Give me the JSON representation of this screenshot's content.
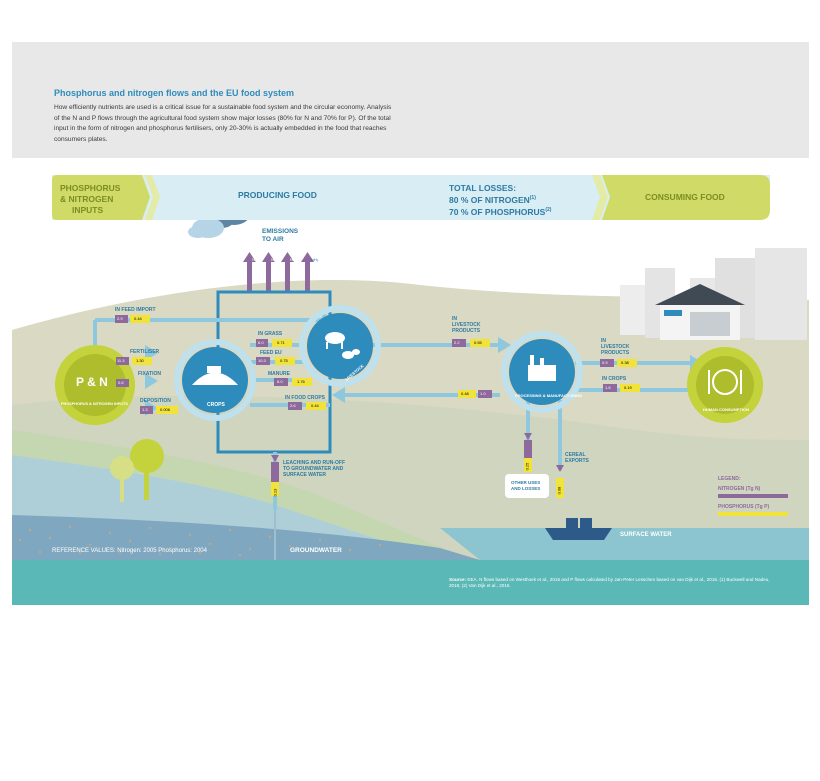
{
  "header": {
    "title": "Phosphorus and nitrogen flows and the EU food system",
    "paragraph": "How efficiently nutrients are used is a critical issue for a sustainable food system and the circular economy. Analysis of the N and P flows through the agricultural food system show major losses (80% for N and 70% for P). Of the total input in the form of nitrogen and phosphorus fertilisers, only 20-30% is actually embedded in the food that reaches consumers plates."
  },
  "band": {
    "inputs_line1": "PHOSPHORUS",
    "inputs_line2": "& NITROGEN",
    "inputs_line3": "INPUTS",
    "producing": "PRODUCING FOOD",
    "losses_title": "TOTAL LOSSES:",
    "losses_n": "80 % OF NITROGEN",
    "losses_n_sup": "(1)",
    "losses_p": "70 % OF PHOSPHORUS",
    "losses_p_sup": "(2)",
    "consuming": "CONSUMING FOOD"
  },
  "emissions": {
    "line1": "EMISSIONS",
    "line2": "TO AIR",
    "gases": [
      "N₂",
      "N₂O",
      "NOₓ",
      "NH₃"
    ]
  },
  "nodes": {
    "pn": "P & N",
    "pn_ring": "PHOSPHORUS & NITROGEN INPUTS",
    "crops": "CROPS",
    "livestock": "LIVESTOCK",
    "processing": "PROCESSING & MANUFACTURING",
    "human": "HUMAN CONSUMPTION"
  },
  "flows": {
    "feed_import": {
      "label": "IN FEED IMPORT",
      "n": "2.9",
      "p": "0.44"
    },
    "fertiliser": {
      "label": "FERTILISER",
      "n": "11.3",
      "p": "1.30"
    },
    "fixation": {
      "label": "FIXATION",
      "n": "0.6",
      "p": ""
    },
    "deposition": {
      "label": "DEPOSITION",
      "n": "1.3",
      "p": "0.006"
    },
    "grass": {
      "label": "IN GRASS",
      "n": "6.0",
      "p": "0.71"
    },
    "feed_eu": {
      "label": "FEED EU",
      "n": "10.3",
      "p": "0.75"
    },
    "manure": {
      "label": "MANURE",
      "n": "8.0",
      "p": "1.76"
    },
    "food_crops": {
      "label": "IN FOOD CROPS",
      "n": "2.6",
      "p": "0.44"
    },
    "livestock_products": {
      "label_line1": "IN",
      "label_line2": "LIVESTOCK",
      "label_line3": "PRODUCTS",
      "n": "2.2",
      "p": "0.55"
    },
    "return": {
      "n": "1.0",
      "p": "0.48"
    },
    "human_livestock": {
      "label_line1": "IN",
      "label_line2": "LIVESTOCK",
      "label_line3": "PRODUCTS",
      "n": "0.9",
      "p": "0.38"
    },
    "human_crops": {
      "label": "IN CROPS",
      "n": "1.8",
      "p": "0.19"
    },
    "leaching": {
      "label_line1": "LEACHING AND RUN-OFF",
      "label_line2": "TO GROUNDWATER AND",
      "label_line3": "SURFACE WATER",
      "n": "",
      "p": "0.13"
    },
    "other_uses": {
      "label_line1": "OTHER USES",
      "label_line2": "AND LOSSES",
      "n": "",
      "p": "0.25"
    },
    "cereal_exports": {
      "label_line1": "CEREAL",
      "label_line2": "EXPORTS",
      "n": "",
      "p": "0.08"
    }
  },
  "labels": {
    "groundwater": "GROUNDWATER",
    "surface_water": "SURFACE WATER",
    "reference": "REFERENCE VALUES: Nitrogen: 2005 Phosphorus: 2004"
  },
  "legend": {
    "title": "LEGEND:",
    "nitrogen": "NITROGEN (Tg N)",
    "phosphorus": "PHOSPHORUS (Tg P)"
  },
  "source": {
    "label": "Source:",
    "text": "EEA. N flows based on Westhoek et al., 2015 and P flows calculated by Jan-Peter Lesschen based on van Dijk et al., 2016. (1) Buckwell and Nadeu, 2016; (2) Van Dijk et al., 2016."
  },
  "colors": {
    "nitrogen": "#8e6a9c",
    "phosphorus": "#f2e33a",
    "blue": "#2e8cbc",
    "green": "#c4d23c",
    "teal": "#58b4b6"
  }
}
